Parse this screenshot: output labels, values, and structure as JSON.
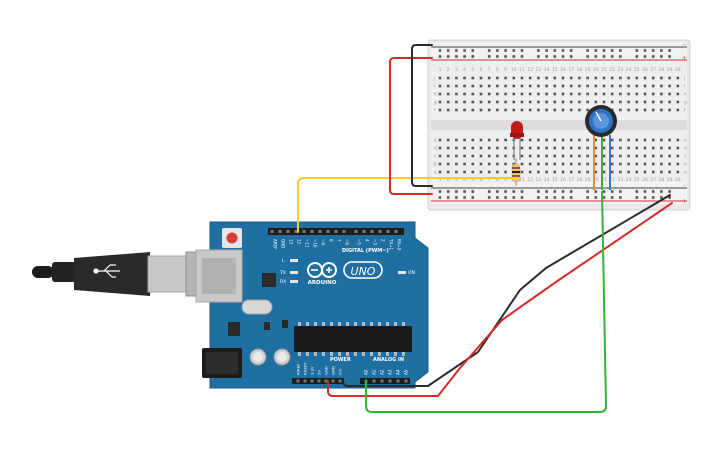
{
  "board": {
    "brand": "ARDUINO",
    "logo_text": "UNO",
    "digital_header_label": "DIGITAL (PWM~)",
    "power_header_label": "POWER",
    "analog_header_label": "ANALOG IN",
    "on_label": "ON",
    "l_label": "L",
    "tx_label": "TX",
    "rx_label": "RX",
    "digital_pins": [
      "AREF",
      "GND",
      "13",
      "12",
      "~11",
      "~10",
      "~9",
      "8",
      "7",
      "~6",
      "~5",
      "4",
      "~3",
      "2",
      "TX→1",
      "RX←0"
    ],
    "power_pins": [
      "IOREF",
      "RESET",
      "3.3V",
      "5V",
      "GND",
      "GND",
      "Vin"
    ],
    "analog_pins": [
      "A0",
      "A1",
      "A2",
      "A3",
      "A4",
      "A5"
    ]
  },
  "breadboard": {
    "columns": [
      "1",
      "2",
      "3",
      "4",
      "5",
      "6",
      "7",
      "8",
      "9",
      "10",
      "11",
      "12",
      "13",
      "14",
      "15",
      "16",
      "17",
      "18",
      "19",
      "20",
      "21",
      "22",
      "23",
      "24",
      "25",
      "26",
      "27",
      "28",
      "29",
      "30"
    ],
    "rows_top": [
      "j",
      "i",
      "h",
      "g",
      "f"
    ],
    "rows_bottom": [
      "e",
      "d",
      "c",
      "b",
      "a"
    ],
    "rail_minus": "−",
    "rail_plus": "+"
  },
  "colors": {
    "board": "#1f6fa3",
    "wire_yellow": "#ecd21a",
    "wire_red": "#d42a2a",
    "wire_black": "#2a2a2a",
    "wire_green": "#37b437",
    "led": "#c21a1a",
    "pot_knob": "#2f74c8"
  }
}
